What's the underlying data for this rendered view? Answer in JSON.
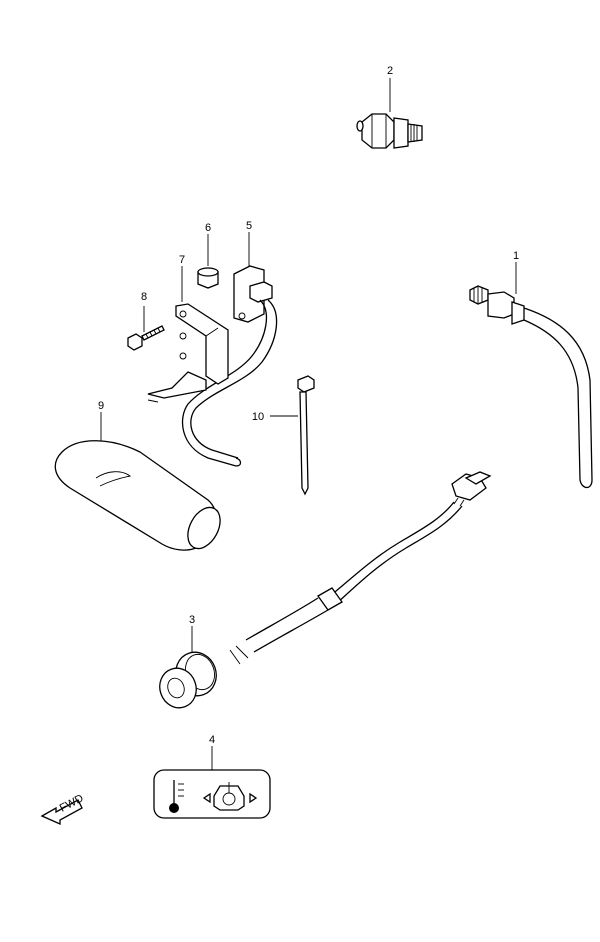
{
  "callouts": [
    {
      "id": "1",
      "label": "1"
    },
    {
      "id": "2",
      "label": "2"
    },
    {
      "id": "3",
      "label": "3"
    },
    {
      "id": "4",
      "label": "4"
    },
    {
      "id": "5",
      "label": "5"
    },
    {
      "id": "6",
      "label": "6"
    },
    {
      "id": "7",
      "label": "7"
    },
    {
      "id": "8",
      "label": "8"
    },
    {
      "id": "9",
      "label": "9"
    },
    {
      "id": "10",
      "label": "10"
    }
  ],
  "direction_marker": {
    "label": "FWD",
    "icon": "forward-arrow-icon"
  },
  "warning_label_icons": [
    "thermometer-icon",
    "engine-oil-icon"
  ]
}
